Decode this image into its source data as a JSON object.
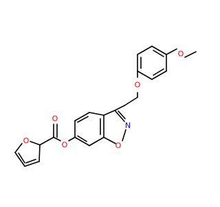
{
  "molecule": {
    "colors": {
      "oxygen": "#ff0000",
      "nitrogen": "#0000ff",
      "carbon_bond": "#000000",
      "background": "#ffffff"
    },
    "atom_labels": {
      "methoxy_o": "O",
      "ether_o": "O",
      "isoxazole_n": "N",
      "isoxazole_o": "O",
      "ester_single_o": "O",
      "carbonyl_o": "O",
      "furan_o": "O"
    }
  }
}
